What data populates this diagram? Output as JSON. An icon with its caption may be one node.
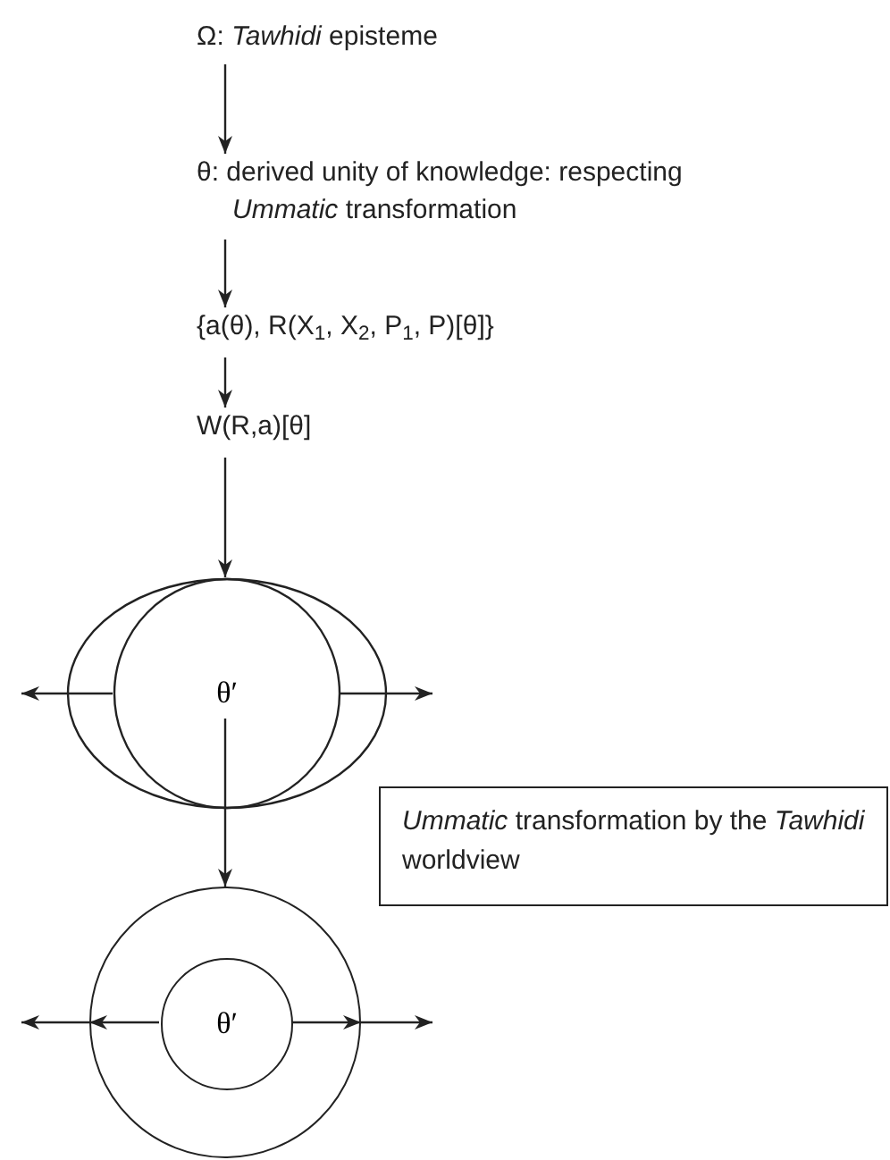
{
  "diagram": {
    "nodes": [
      {
        "text": [
          "Ω: *Tawhidi* episteme"
        ]
      },
      {
        "text": [
          "θ: derived unity of knowledge: respecting *Ummatic* transformation"
        ]
      },
      {
        "text": [
          "{a(θ), R(X$_{1}$, X$_{2}$, P$_{1}$, P)[θ]}"
        ]
      },
      {
        "text": [
          "W(R,a)[θ]"
        ]
      },
      {
        "text": [
          "θ′"
        ]
      },
      {
        "text": [],
        "shape": "circle"
      },
      {
        "text": [
          "θ′"
        ],
        "in": 5
      },
      {
        "text": [
          "*Ummatic* transformation by the *Tawhidi* worldview"
        ]
      }
    ],
    "edges": [
      {
        "from": 0,
        "to": 1,
        "arrow": "to"
      },
      {
        "from": 1,
        "to": 2,
        "arrow": "to"
      },
      {
        "from": 2,
        "to": 3,
        "arrow": "to"
      },
      {
        "from": 3,
        "to": 4,
        "arrow": "to"
      },
      {
        "from": 4,
        "to": null,
        "arrow": "to"
      },
      {
        "from": 4,
        "to": null,
        "arrow": "to"
      },
      {
        "from": 4,
        "to": 5,
        "arrow": "to"
      },
      {
        "from": 6,
        "to": 5,
        "arrow": "to"
      },
      {
        "from": 6,
        "to": 5,
        "arrow": "to"
      },
      {
        "from": 5,
        "to": null,
        "arrow": "to"
      },
      {
        "from": 5,
        "to": null,
        "arrow": "to"
      }
    ]
  }
}
